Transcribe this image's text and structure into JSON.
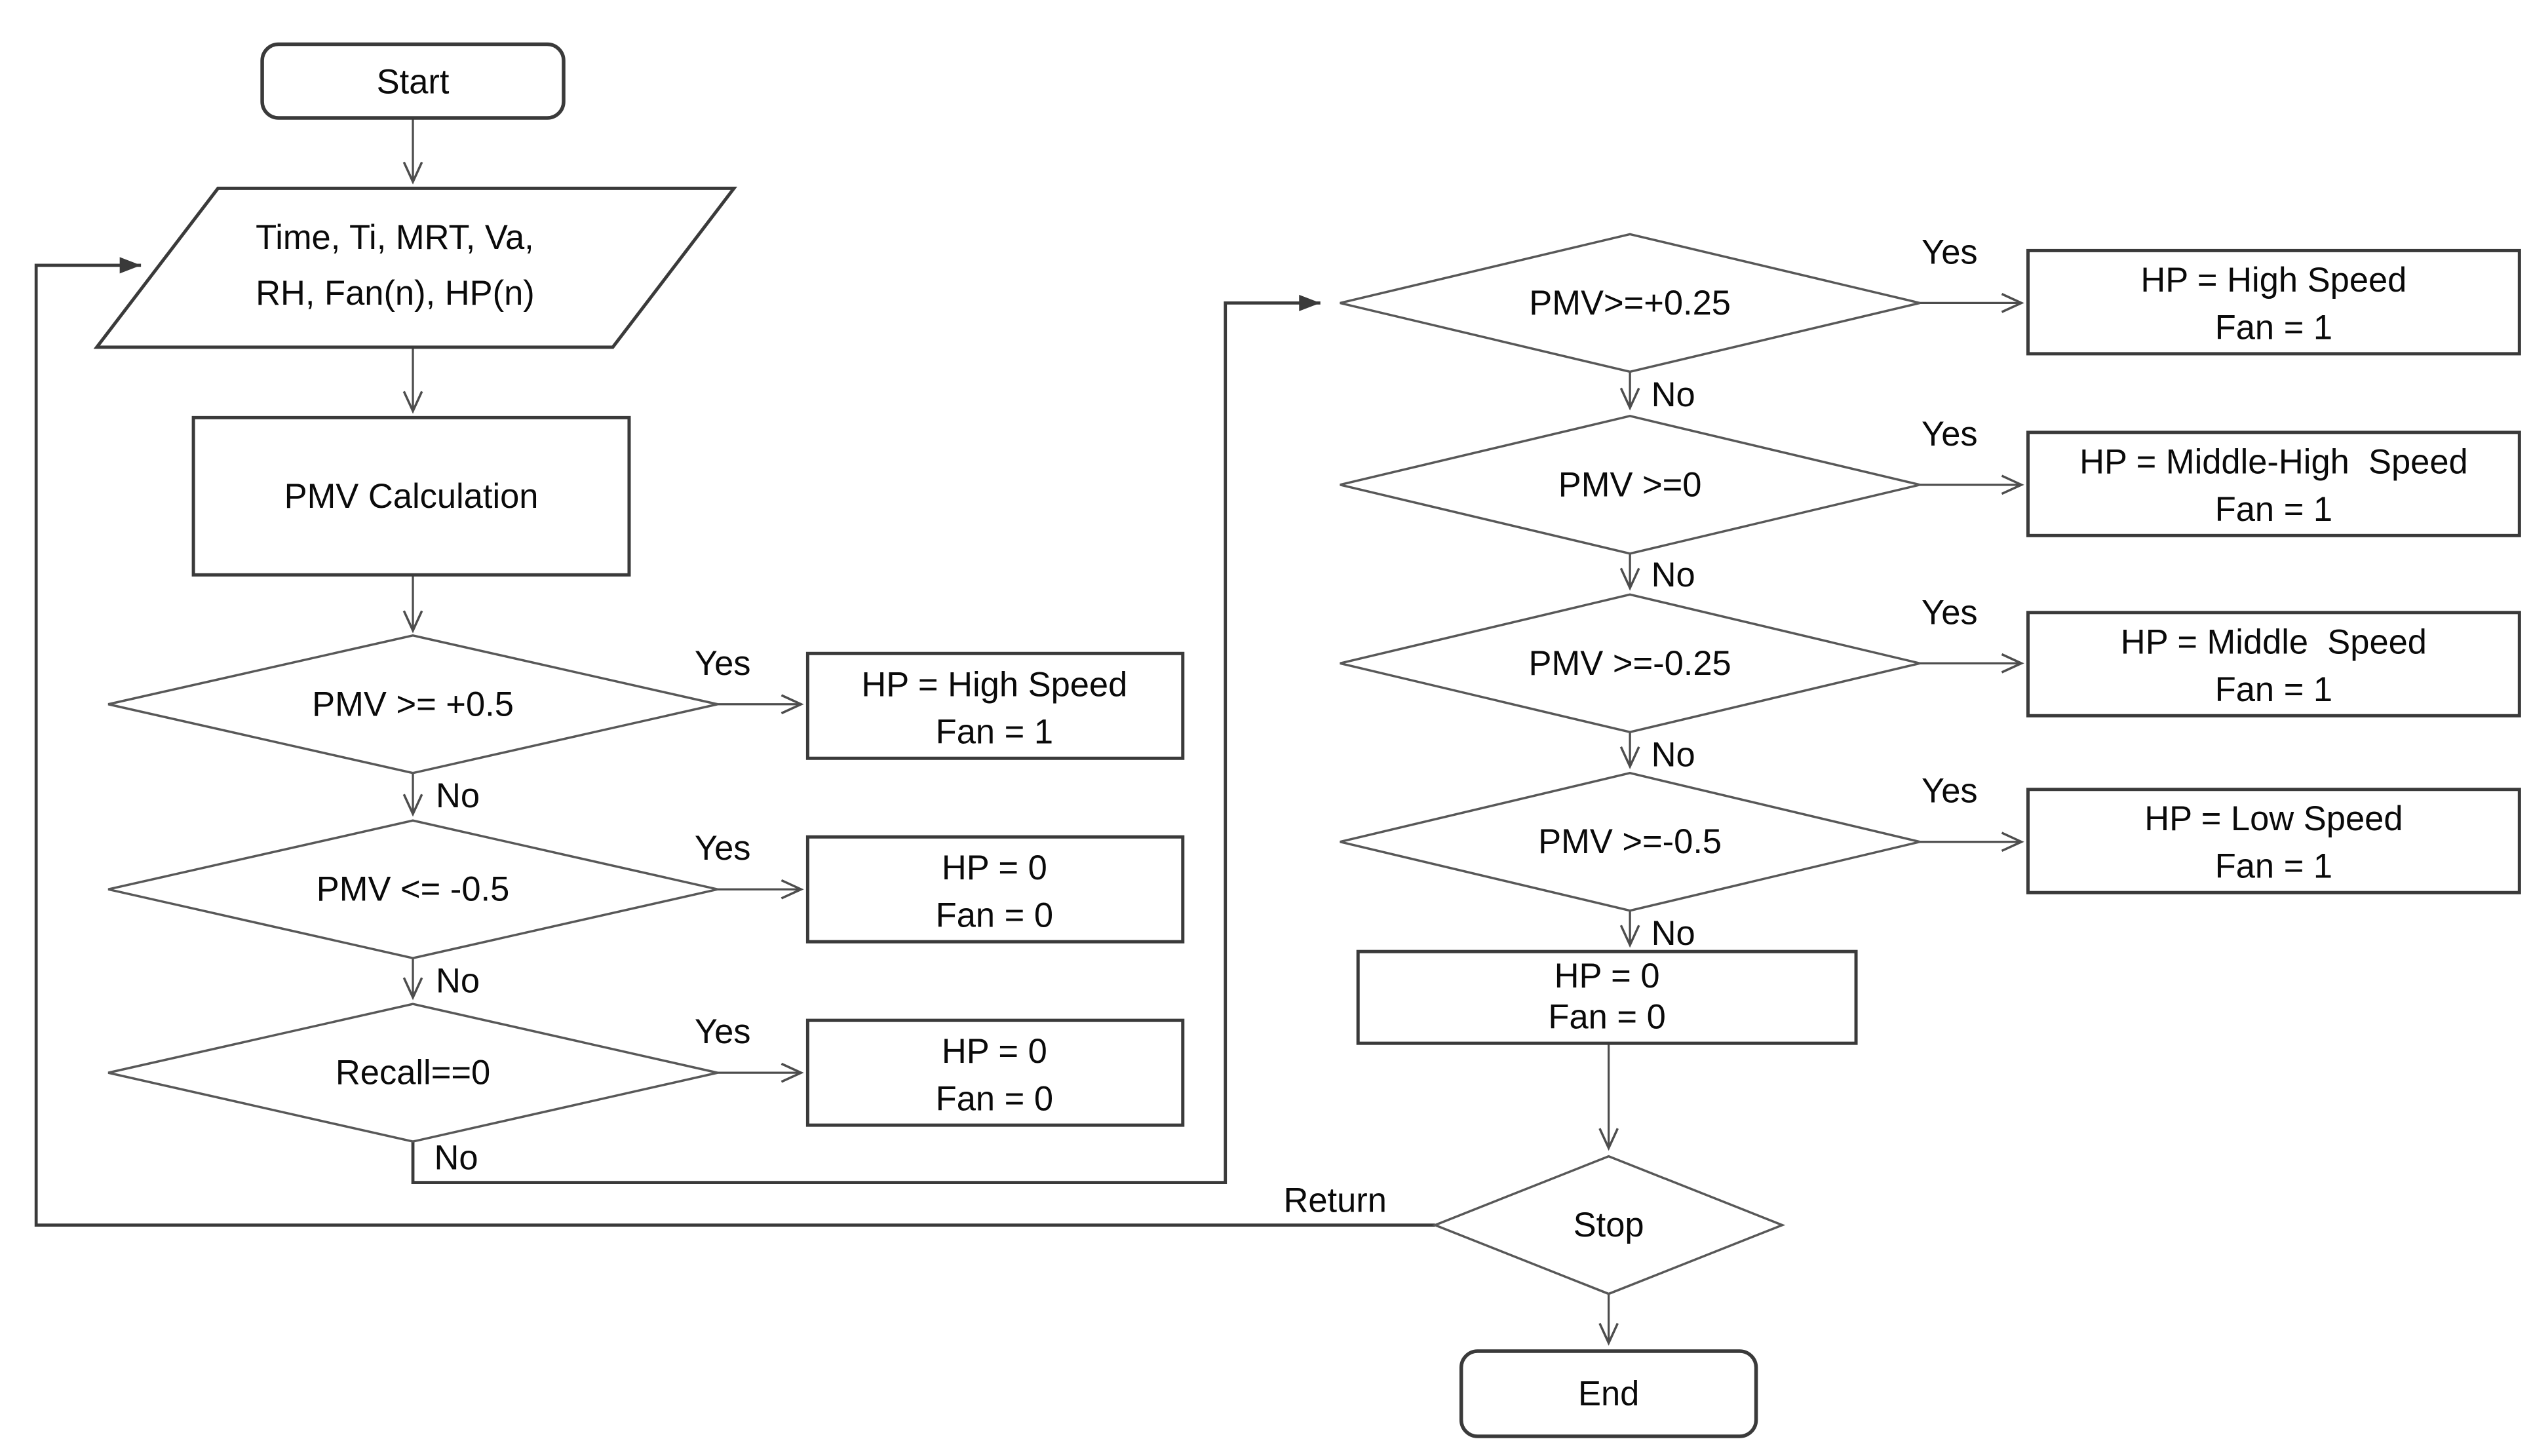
{
  "colors": {
    "background": "#ffffff",
    "node_border": "#3a3a3a",
    "connector": "#4d4d4d",
    "text": "#000000"
  },
  "edge_labels": {
    "yes": "Yes",
    "no": "No",
    "return": "Return"
  },
  "nodes": {
    "start": {
      "label": "Start"
    },
    "input": {
      "line1": "Time, Ti, MRT, Va,",
      "line2": "RH, Fan(n), HP(n)"
    },
    "pmv_calculation": {
      "label": "PMV Calculation"
    },
    "decision_pmv_ge_plus05": {
      "label": "PMV >= +0.5"
    },
    "decision_pmv_le_minus05": {
      "label": "PMV <= -0.5"
    },
    "decision_recall": {
      "label": "Recall==0"
    },
    "action_high_speed_left": {
      "line1": "HP = High Speed",
      "line2": "Fan = 1"
    },
    "action_off_1": {
      "line1": "HP = 0",
      "line2": "Fan = 0"
    },
    "action_off_2": {
      "line1": "HP = 0",
      "line2": "Fan = 0"
    },
    "decision_pmv_ge_plus025": {
      "label": "PMV>=+0.25"
    },
    "decision_pmv_ge_0": {
      "label": "PMV >=0"
    },
    "decision_pmv_ge_minus025": {
      "label": "PMV >=-0.25"
    },
    "decision_pmv_ge_minus05": {
      "label": "PMV >=-0.5"
    },
    "action_high_speed_right": {
      "line1": "HP = High Speed",
      "line2": "Fan = 1"
    },
    "action_middle_high_speed": {
      "line1": "HP = Middle-High  Speed",
      "line2": "Fan = 1"
    },
    "action_middle_speed": {
      "line1": "HP = Middle  Speed",
      "line2": "Fan = 1"
    },
    "action_low_speed": {
      "line1": "HP = Low Speed",
      "line2": "Fan = 1"
    },
    "action_off_3": {
      "line1": "HP = 0",
      "line2": "Fan = 0"
    },
    "stop": {
      "label": "Stop"
    },
    "end": {
      "label": "End"
    }
  }
}
